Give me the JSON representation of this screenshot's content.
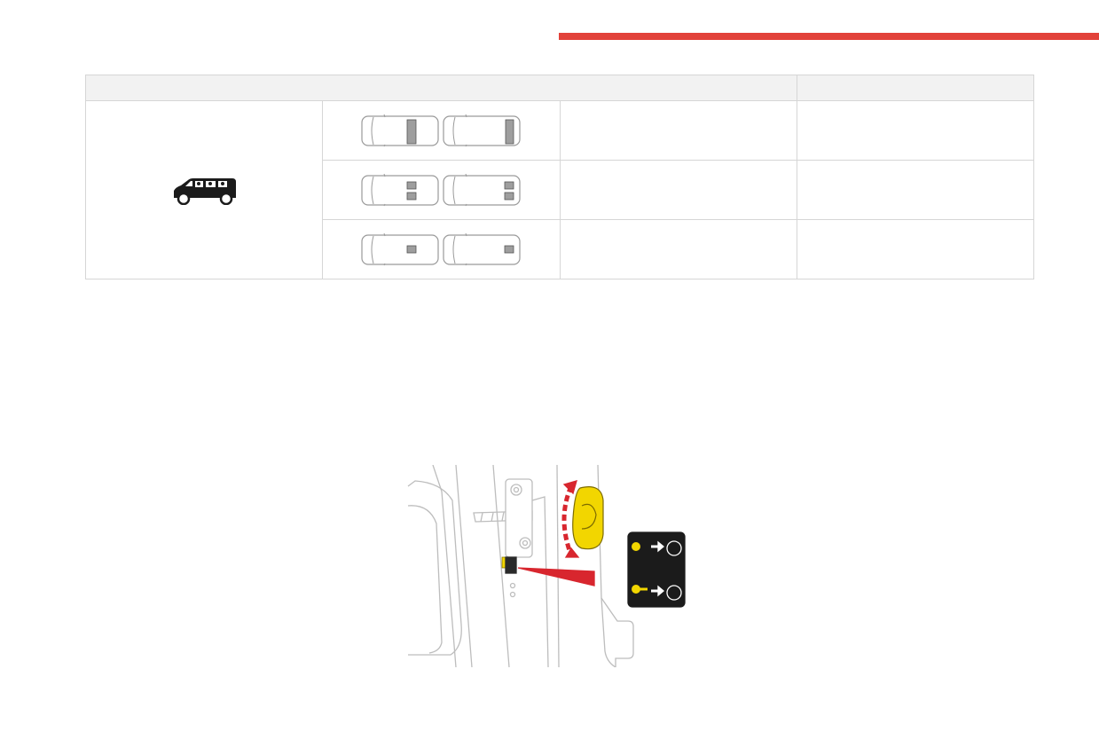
{
  "page": {
    "accent_color": "#e2423a"
  },
  "table": {
    "header": {
      "col_a": "",
      "col_b": ""
    },
    "vehicle_icon": "van-side-view-icon",
    "rows": [
      {
        "config": "two-seat-bench-diagram",
        "text_a": "",
        "text_b": ""
      },
      {
        "config": "two-individual-seats-diagram",
        "text_a": "",
        "text_b": ""
      },
      {
        "config": "single-centre-seat-diagram",
        "text_a": "",
        "text_b": ""
      }
    ]
  },
  "illustration": {
    "icon": "door-child-lock-illustration",
    "label_colors": {
      "knob": "#f2d600",
      "arrow": "#d8262e",
      "label_bg": "#1b1b1b"
    }
  }
}
